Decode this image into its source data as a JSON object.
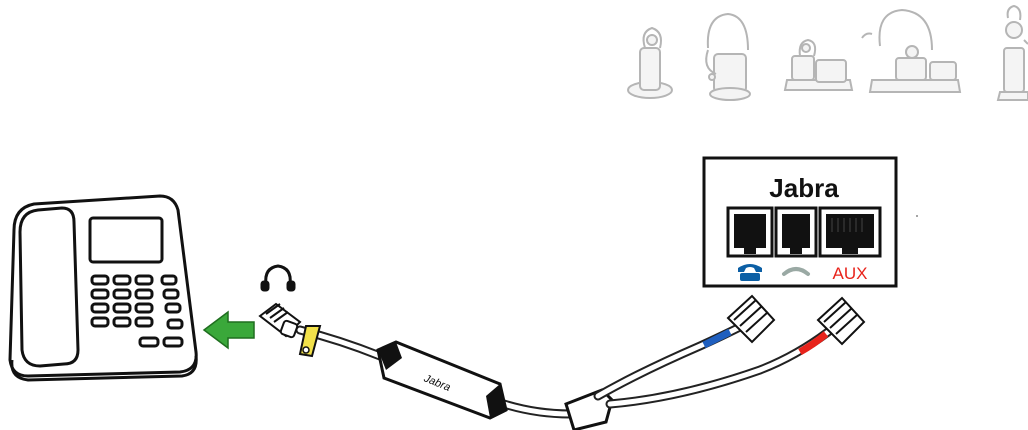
{
  "base_unit": {
    "brand": "Jabra",
    "ports": [
      {
        "id": "phone",
        "icon": "phone-handset-icon",
        "color": "#0b5fa5"
      },
      {
        "id": "handset",
        "icon": "handset-icon",
        "color": "#9aa9a4"
      },
      {
        "id": "aux",
        "label": "AUX",
        "color": "#e8231b"
      }
    ]
  },
  "cable": {
    "brand": "Jabra",
    "accent_colors": {
      "blue": "#1f5fbf",
      "red": "#e8231b",
      "clip": "#f2e14a"
    }
  },
  "headset_port_icon": "headset-icon",
  "arrow": {
    "color": "#3aa83a"
  },
  "product_icons": [
    "earhook-headset-icon",
    "monaural-headset-icon",
    "convertible-headset-icon",
    "headband-headset-icon",
    "earbud-headset-icon"
  ]
}
